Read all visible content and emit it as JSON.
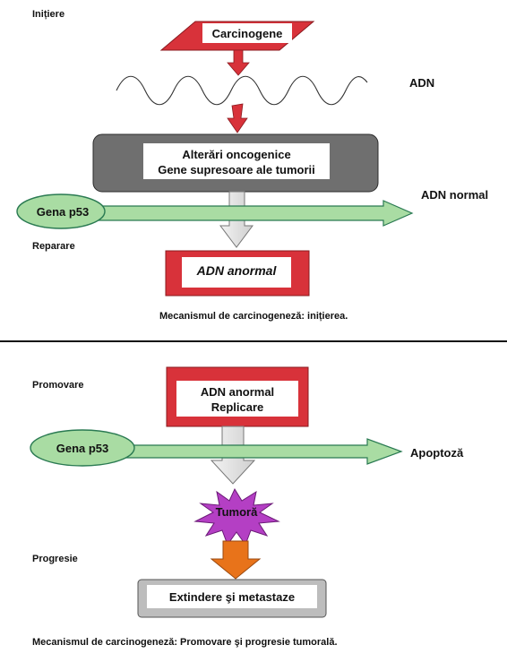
{
  "panel1": {
    "stage_label": "Inițiere",
    "carcinogen_label": "Carcinogene",
    "dna_label": "ADN",
    "alterations_line1": "Alterări oncogenice",
    "alterations_line2": "Gene supresoare ale tumorii",
    "p53_label": "Gena p53",
    "normal_dna_label": "ADN normal",
    "repair_label": "Reparare",
    "abnormal_dna_label": "ADN anormal",
    "caption": "Mecanismul de carcinogeneză: inițierea."
  },
  "panel2": {
    "stage_label_promotion": "Promovare",
    "abnormal_line1": "ADN anormal",
    "abnormal_line2": "Replicare",
    "p53_label": "Gena p53",
    "apoptosis_label": "Apoptoză",
    "tumor_label": "Tumoră",
    "stage_label_progression": "Progresie",
    "extension_label": "Extindere şi metastaze",
    "caption": "Mecanismul de carcinogeneză: Promovare şi progresie tumorală."
  },
  "colors": {
    "red": "#d8323a",
    "gray_box": "#6f6f6f",
    "gray_arrow": "#c9c9c9",
    "green_fill": "#a9dca3",
    "green_stroke": "#2a7a52",
    "tumor": "#b43fc4",
    "orange": "#e8731a"
  }
}
